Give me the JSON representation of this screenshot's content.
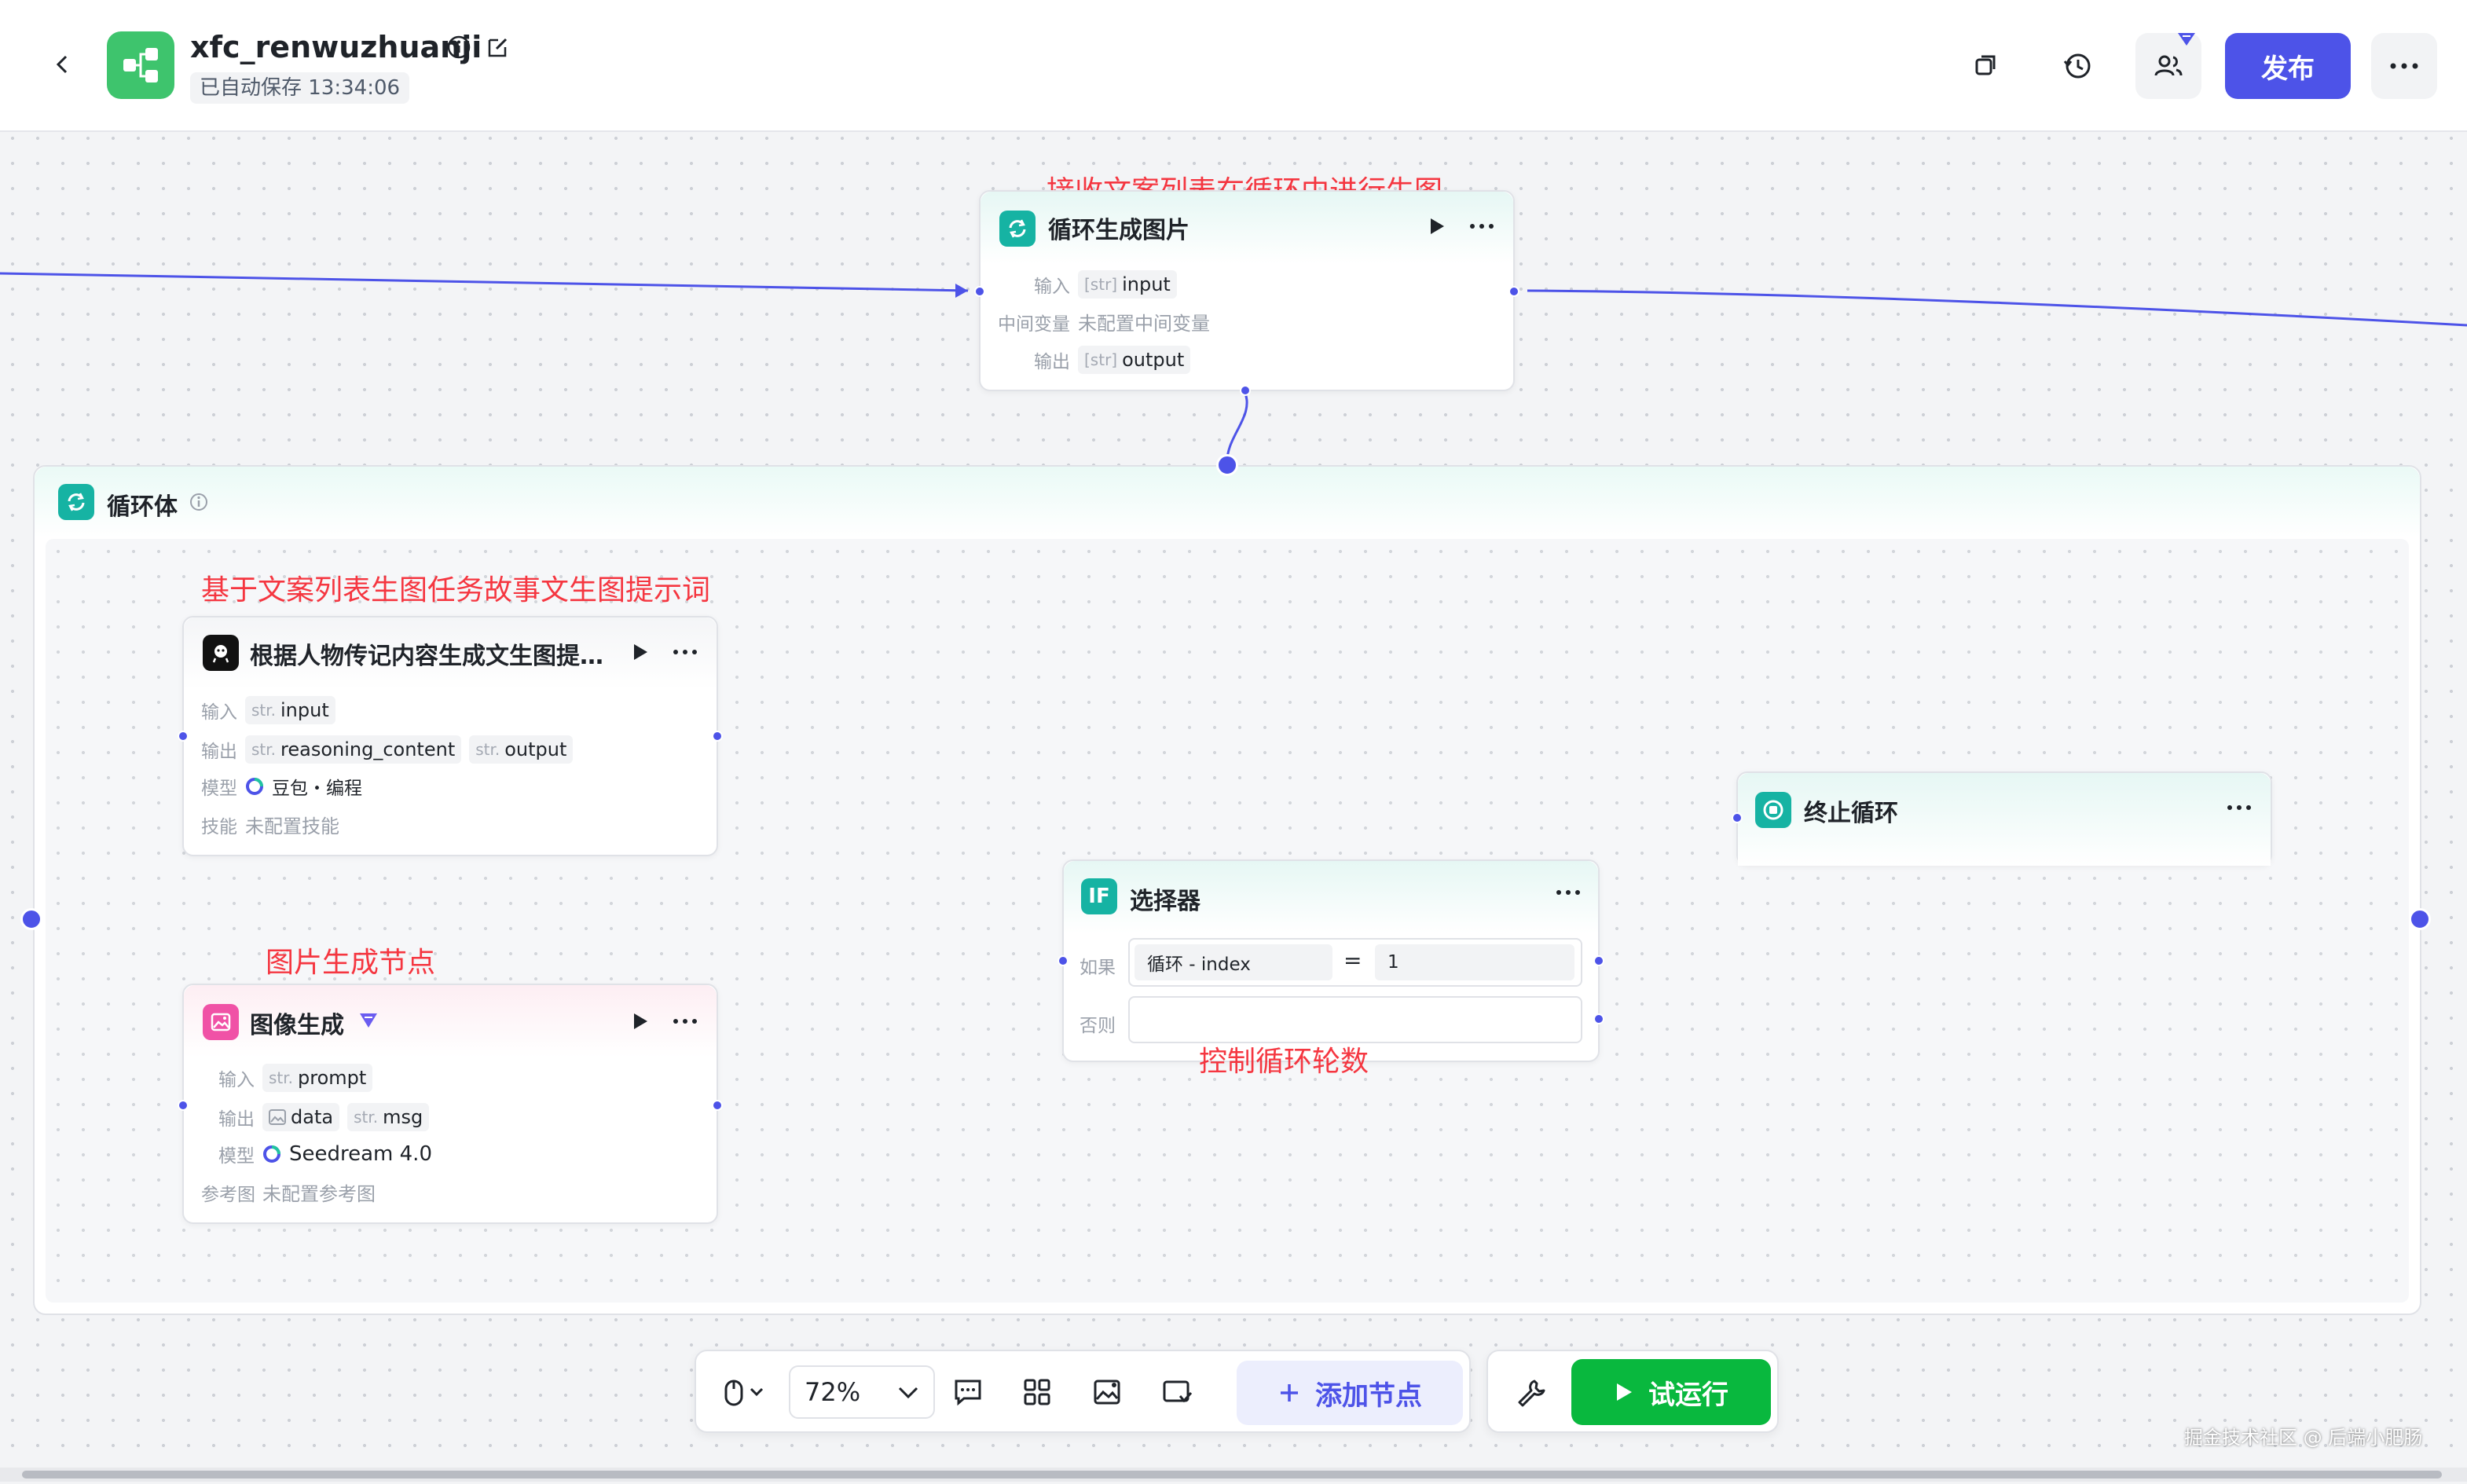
{
  "header": {
    "title": "xfc_renwuzhuanji",
    "autosave": "已自动保存 13:34:06",
    "publish_label": "发布"
  },
  "annotations": {
    "loop_node": "接收文案列表在循环中进行生图",
    "llm_node": "基于文案列表生图任务故事文生图提示词",
    "image_node": "图片生成节点",
    "selector": "控制循环轮数"
  },
  "loop_node": {
    "title": "循环生成图片",
    "input_label": "输入",
    "input_value": "input",
    "var_label": "中间变量",
    "var_value": "未配置中间变量",
    "output_label": "输出",
    "output_value": "output",
    "type_prefix": "[str]"
  },
  "loop_body": {
    "title": "循环体"
  },
  "llm_node": {
    "title": "根据人物传记内容生成文生图提…",
    "input_label": "输入",
    "input_value": "input",
    "output_label": "输出",
    "output_values": [
      "reasoning_content",
      "output"
    ],
    "model_label": "模型",
    "model_value": "豆包・编程",
    "skill_label": "技能",
    "skill_value": "未配置技能",
    "str_prefix": "str."
  },
  "image_node": {
    "title": "图像生成",
    "input_label": "输入",
    "input_value": "prompt",
    "output_label": "输出",
    "output_values": [
      "data",
      "msg"
    ],
    "model_label": "模型",
    "model_value": "Seedream 4.0",
    "ref_label": "参考图",
    "ref_value": "未配置参考图",
    "str_prefix": "str."
  },
  "selector_node": {
    "title": "选择器",
    "if_label": "如果",
    "cond_left": "循环  -  index",
    "cond_op": "=",
    "cond_right": "1",
    "else_label": "否则"
  },
  "end_loop_node": {
    "title": "终止循环"
  },
  "toolbar": {
    "zoom": "72%",
    "add_node": "添加节点",
    "run": "试运行"
  },
  "watermark": "掘金技术社区 @ 后端小肥肠",
  "colors": {
    "accent": "#4d53e8",
    "run_green": "#09b83e",
    "annotation_red": "#f5222d",
    "loop_teal": "#16b3a3"
  }
}
